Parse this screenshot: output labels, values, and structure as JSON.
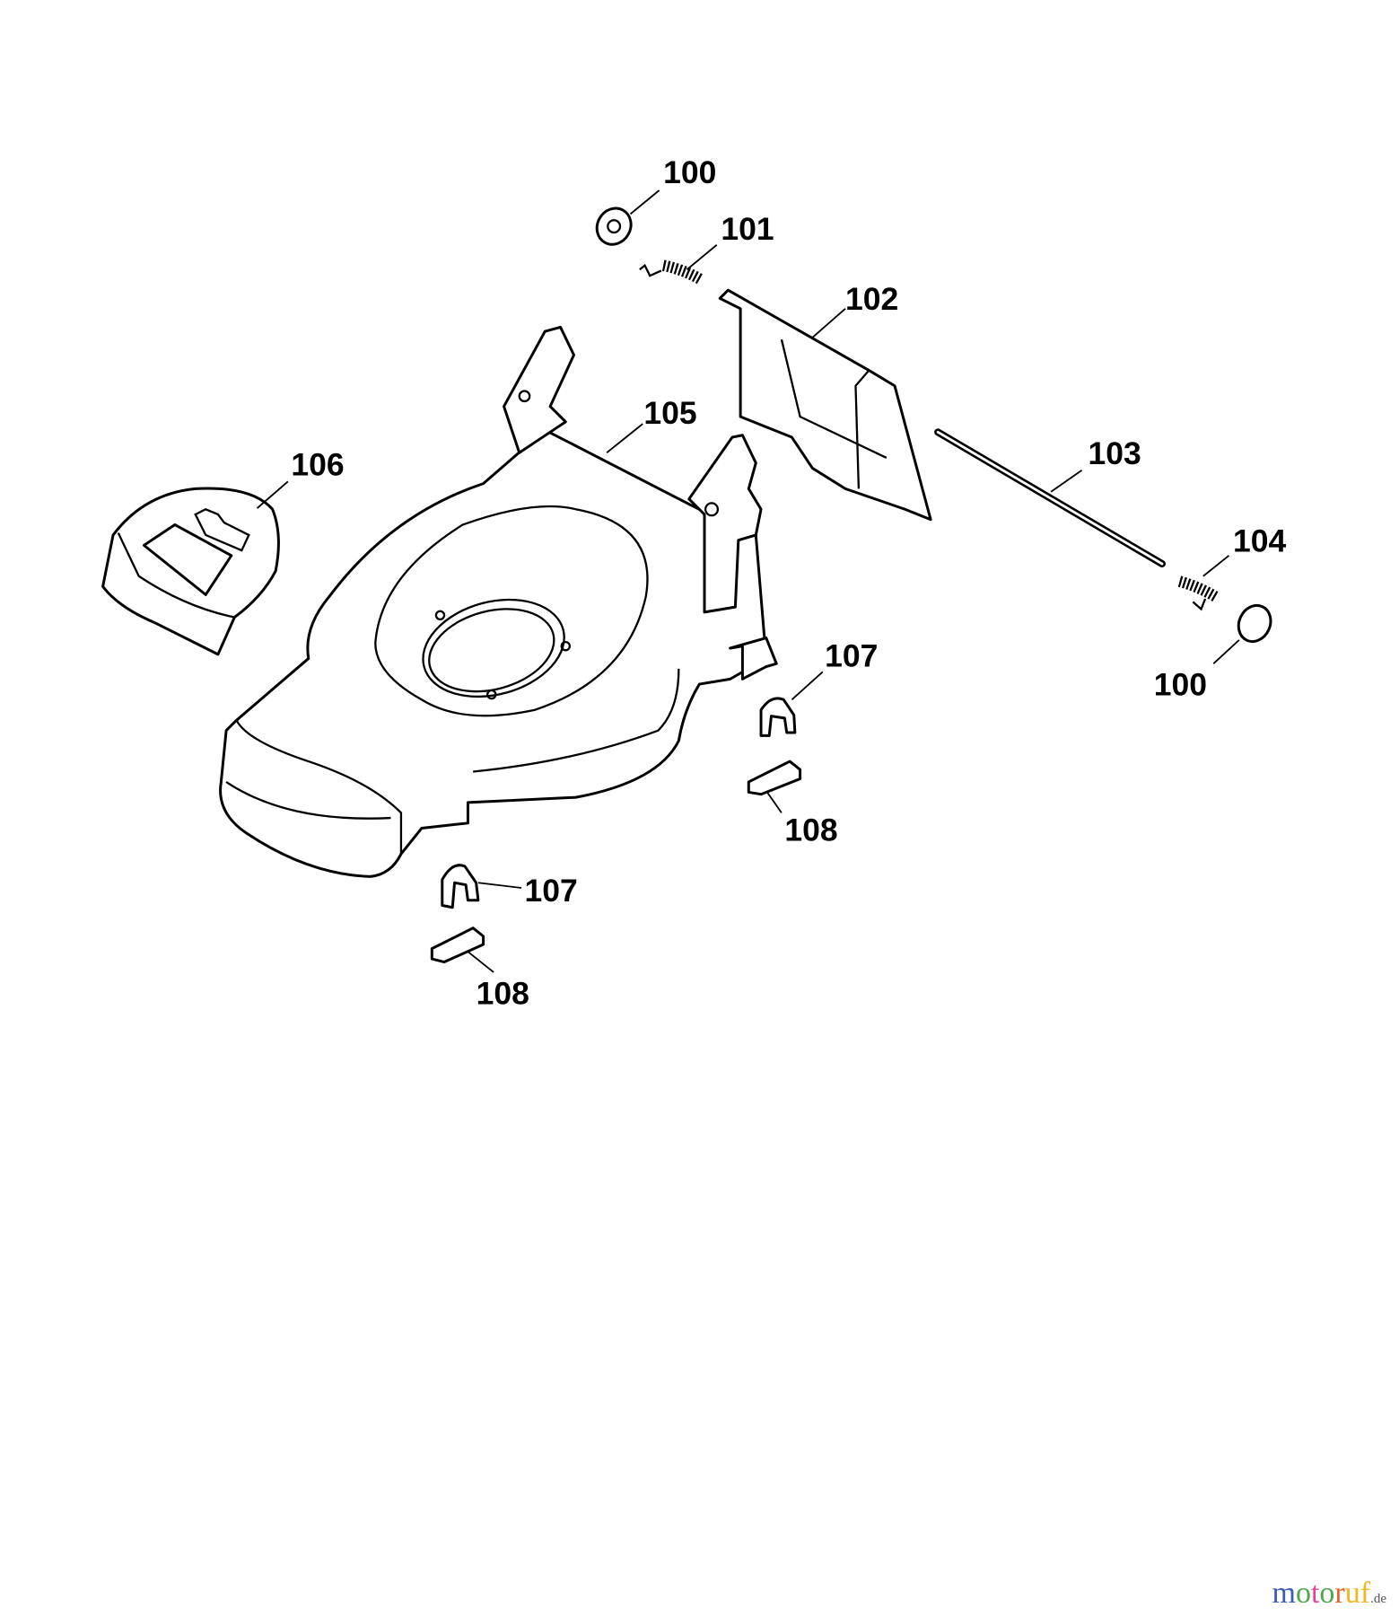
{
  "diagram": {
    "labels": {
      "washer_top": "100",
      "spring_left": "101",
      "flap": "102",
      "rod": "103",
      "spring_right": "104",
      "washer_bottom": "100",
      "deck": "105",
      "cover": "106",
      "clip_right": "107",
      "clip_left": "107",
      "slider_right": "108",
      "slider_left": "108"
    }
  },
  "watermark": {
    "letters": [
      "m",
      "o",
      "t",
      "o",
      "r",
      "u",
      "f"
    ],
    "colors": [
      "#3b5bb5",
      "#3b5bb5",
      "#4ca84a",
      "#e0459b",
      "#3b5bb5",
      "#e2622b",
      "#f2b51c"
    ],
    "suffix": ".de"
  }
}
